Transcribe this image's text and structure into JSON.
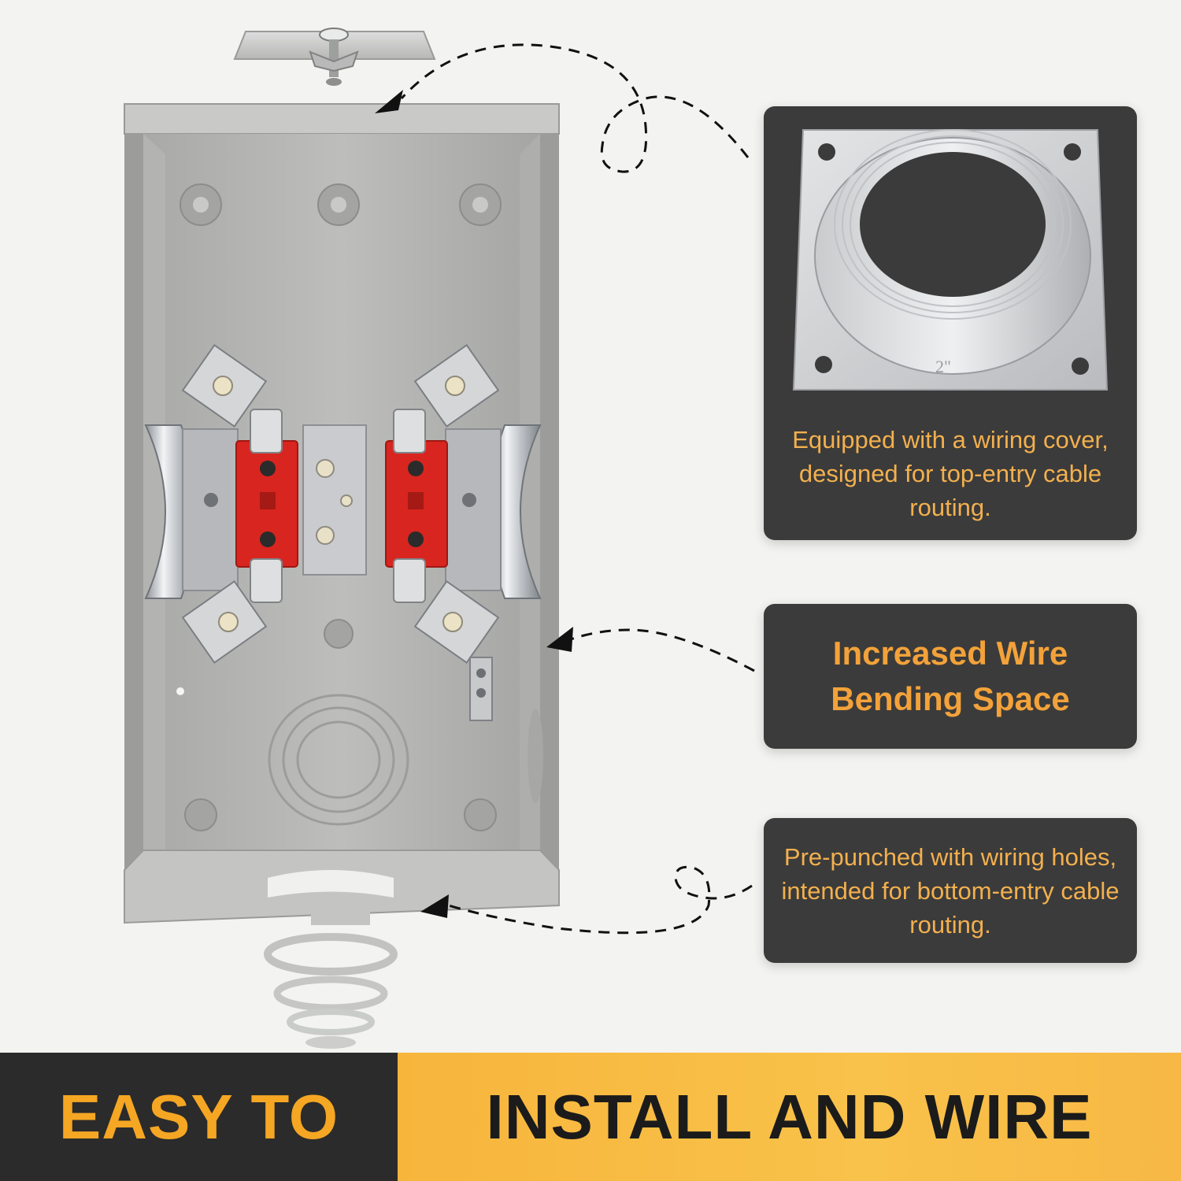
{
  "callouts": {
    "top": {
      "text": "Equipped with a wiring cover, designed for top-entry cable routing.",
      "hub_size_marking": "2\""
    },
    "middle": {
      "title_line1": "Increased Wire",
      "title_line2": "Bending Space"
    },
    "bottom": {
      "text": "Pre-punched with wiring holes, intended for bottom-entry cable routing."
    }
  },
  "banner": {
    "left_text": "EASY TO",
    "right_text": "INSTALL AND WIRE"
  },
  "colors": {
    "background": "#f3f3f1",
    "card_background": "#3b3b3b",
    "callout_text": "#f3b04e",
    "banner_dark": "#2b2b2b",
    "banner_accent": "#f7b53c",
    "enclosure_gray": "#b9bab8",
    "terminal_red": "#d8251f"
  },
  "icons": [
    "dashed-arrow-icon",
    "meter-socket-enclosure-illustration",
    "conduit-hub-illustration",
    "closing-cover-illustration",
    "knockout-rings-illustration"
  ]
}
